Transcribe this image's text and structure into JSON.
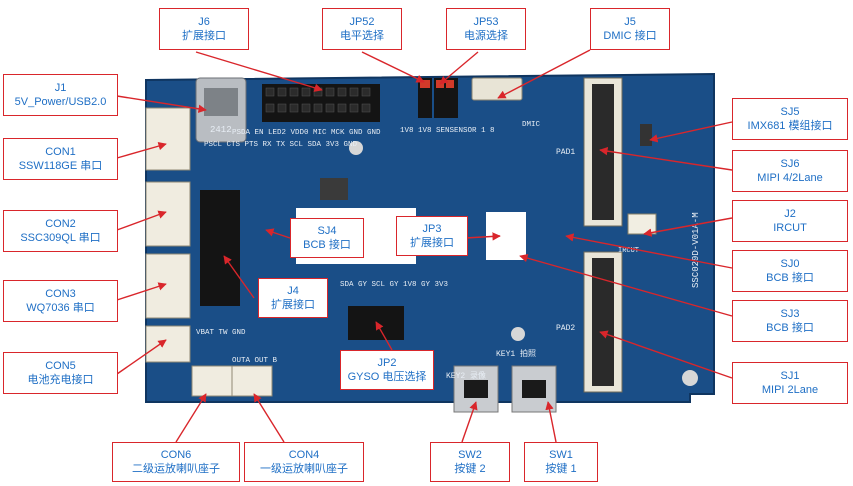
{
  "labels": {
    "j6": {
      "line1": "J6",
      "line2": "扩展接口"
    },
    "jp52": {
      "line1": "JP52",
      "line2": "电平选择"
    },
    "jp53": {
      "line1": "JP53",
      "line2": "电源选择"
    },
    "j5": {
      "line1": "J5",
      "line2": "DMIC 接口"
    },
    "j1": {
      "line1": "J1",
      "line2": "5V_Power/USB2.0"
    },
    "con1": {
      "line1": "CON1",
      "line2": "SSW118GE 串口"
    },
    "con2": {
      "line1": "CON2",
      "line2": "SSC309QL 串口"
    },
    "con3": {
      "line1": "CON3",
      "line2": "WQ7036 串口"
    },
    "con5": {
      "line1": "CON5",
      "line2": "电池充电接口"
    },
    "sj4": {
      "line1": "SJ4",
      "line2": "BCB 接口"
    },
    "jp3": {
      "line1": "JP3",
      "line2": "扩展接口"
    },
    "j4": {
      "line1": "J4",
      "line2": "扩展接口"
    },
    "jp2": {
      "line1": "JP2",
      "line2": "GYSO 电压选择"
    },
    "sj5": {
      "line1": "SJ5",
      "line2": "IMX681 模组接口"
    },
    "sj6": {
      "line1": "SJ6",
      "line2": "MIPI 4/2Lane"
    },
    "j2": {
      "line1": "J2",
      "line2": "IRCUT"
    },
    "sj0": {
      "line1": "SJ0",
      "line2": "BCB 接口"
    },
    "sj3": {
      "line1": "SJ3",
      "line2": "BCB 接口"
    },
    "sj1": {
      "line1": "SJ1",
      "line2": "MIPI 2Lane"
    },
    "con6": {
      "line1": "CON6",
      "line2": "二级运放喇叭座子"
    },
    "con4": {
      "line1": "CON4",
      "line2": "一级运放喇叭座子"
    },
    "sw2": {
      "line1": "SW2",
      "line2": "按键 2"
    },
    "sw1": {
      "line1": "SW1",
      "line2": "按键 1"
    }
  },
  "silkscreen": {
    "pins_top": "PSDA EN LED2 VDD0 MIC MCK GND GND",
    "pins_bottom": "PSCL CTS PTS RX TX SCL SDA 3V3 GND",
    "board_id": "SSC029D-V01A-M",
    "dmic": "DMIC",
    "sensor": "1V8 1V8 SENSENSOR 1 8",
    "gy_row": "SDA GY SCL GY 1V8 GY 3V3",
    "key1": "KEY1 拍照",
    "key2": "KEY2 录像",
    "pad1": "PAD1",
    "pad2": "PAD2",
    "vbat": "VBAT TW GND",
    "out": "OUTA OUT B",
    "usb_mark": "2412",
    "ircut": "IRCUT"
  },
  "colors": {
    "frame": "#d9262b",
    "text": "#1f6fc5",
    "board": "#1a4e87",
    "arrow": "#d9262b"
  }
}
